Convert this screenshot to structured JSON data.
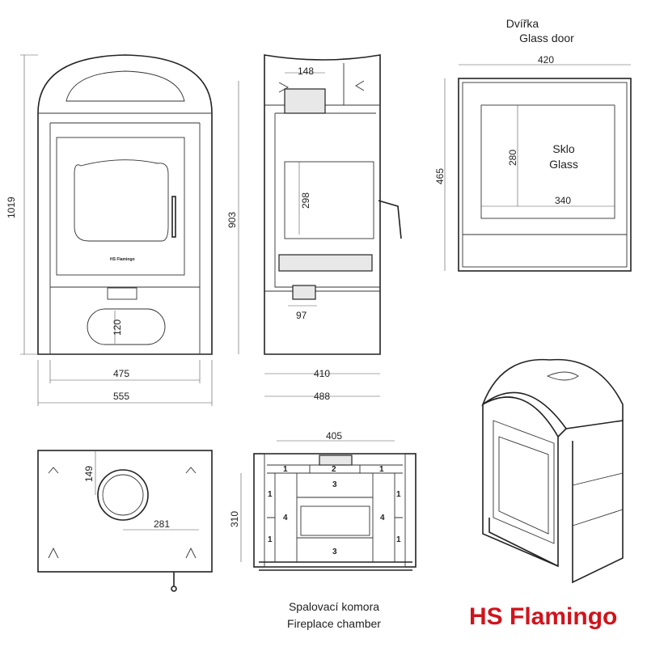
{
  "title_door": {
    "cz": "Dvířka",
    "en": "Glass door"
  },
  "glass": {
    "cz": "Sklo",
    "en": "Glass"
  },
  "chamber": {
    "cz": "Spalovací komora",
    "en": "Fireplace chamber"
  },
  "brand": "HS Flamingo",
  "dimensions": {
    "front_height": "1019",
    "front_inner_width": "475",
    "front_width": "555",
    "ash_opening": "120",
    "side_flue_offset": "148",
    "side_height": "903",
    "side_chamber_height": "298",
    "side_bottom": "97",
    "side_inner_depth": "410",
    "side_depth": "488",
    "door_width": "420",
    "door_height": "465",
    "glass_height": "280",
    "glass_width": "340",
    "top_flue_offset": "149",
    "top_flue_distance": "281",
    "chamber_width": "405",
    "chamber_depth": "310"
  },
  "chamber_parts": [
    "1",
    "2",
    "1",
    "1",
    "1",
    "4",
    "4",
    "3",
    "3",
    "1",
    "1"
  ],
  "colors": {
    "brand": "#d0141c",
    "line": "#222222"
  }
}
